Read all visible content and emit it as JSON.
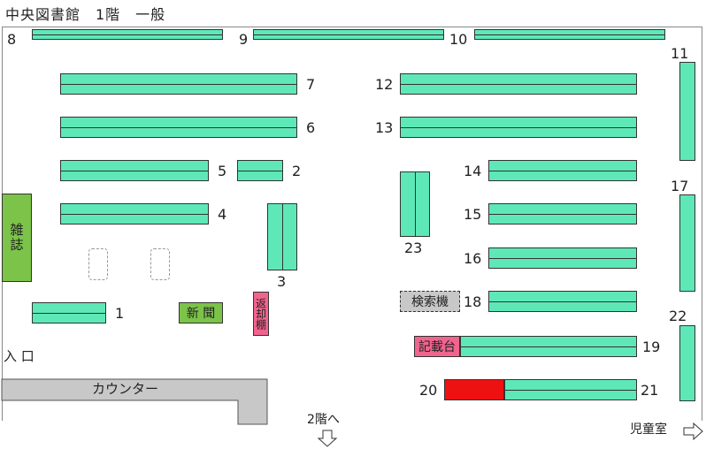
{
  "title": "中央図書館　1階　一般",
  "shelf_numbers": [
    "1",
    "2",
    "3",
    "4",
    "5",
    "6",
    "7",
    "8",
    "9",
    "10",
    "11",
    "12",
    "13",
    "14",
    "15",
    "16",
    "17",
    "18",
    "19",
    "20",
    "21",
    "22",
    "23"
  ],
  "labels": {
    "magazines": "雑誌",
    "newspapers": "新 聞",
    "return_shelf": "返却棚",
    "search_terminal": "検索機",
    "writing_desk": "記載台",
    "counter": "カウンター",
    "entrance": "入 口",
    "to_second_floor": "2階へ",
    "childrens_room": "児童室"
  },
  "colors": {
    "shelf": "#5ee8b8",
    "green_furniture": "#7cc34a",
    "pink_furniture": "#f0648e",
    "red_block": "#ee1111",
    "counter": "#c8c8c8"
  }
}
